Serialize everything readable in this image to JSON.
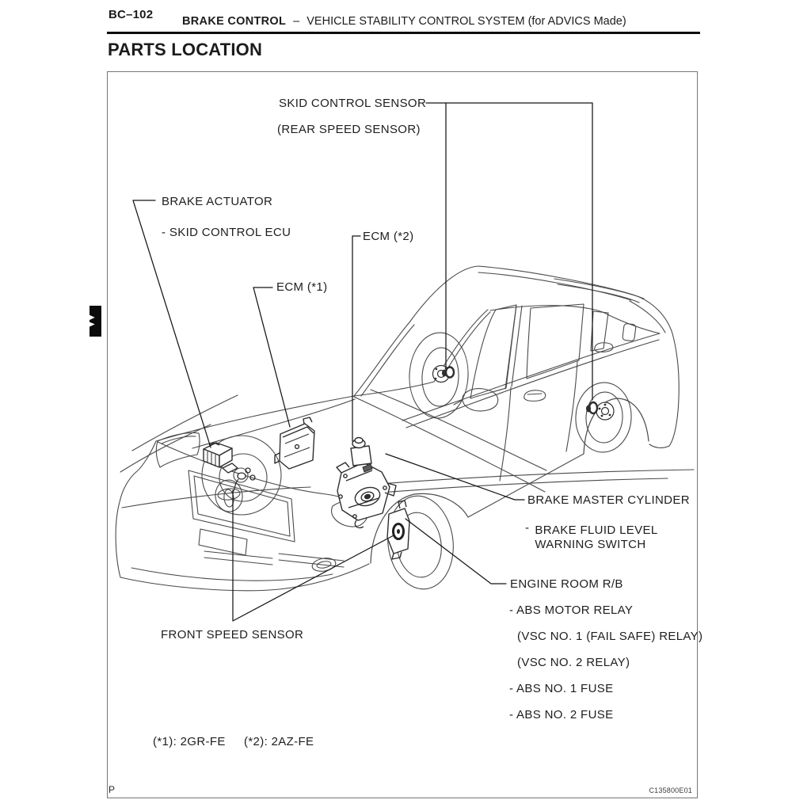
{
  "header": {
    "page_code": "BC–102",
    "section": "BRAKE CONTROL",
    "separator": "–",
    "subsection": "VEHICLE STABILITY CONTROL SYSTEM (for ADVICS Made)"
  },
  "title": "PARTS LOCATION",
  "figure": {
    "labels": {
      "skid_control_sensor": "SKID CONTROL SENSOR",
      "rear_speed_sensor": "(REAR SPEED SENSOR)",
      "brake_actuator": "BRAKE ACTUATOR",
      "skid_control_ecu": "- SKID CONTROL ECU",
      "ecm_2": "ECM (*2)",
      "ecm_1": "ECM (*1)",
      "brake_master_cylinder": "BRAKE MASTER CYLINDER",
      "brake_fluid_dash": "-",
      "brake_fluid_line1": "BRAKE FLUID LEVEL",
      "brake_fluid_line2": "WARNING SWITCH",
      "engine_room_rb": "ENGINE ROOM R/B",
      "abs_motor_relay": "- ABS MOTOR RELAY",
      "vsc_no1_relay": "(VSC NO. 1 (FAIL SAFE) RELAY)",
      "vsc_no2_relay": "(VSC NO. 2 RELAY)",
      "abs_no1_fuse": "- ABS NO. 1 FUSE",
      "abs_no2_fuse": "- ABS NO. 2 FUSE",
      "front_speed_sensor": "FRONT SPEED SENSOR",
      "footnote_1": "(*1): 2GR-FE",
      "footnote_2": "(*2): 2AZ-FE"
    },
    "page_marker": "P",
    "figure_code": "C135800E01"
  }
}
